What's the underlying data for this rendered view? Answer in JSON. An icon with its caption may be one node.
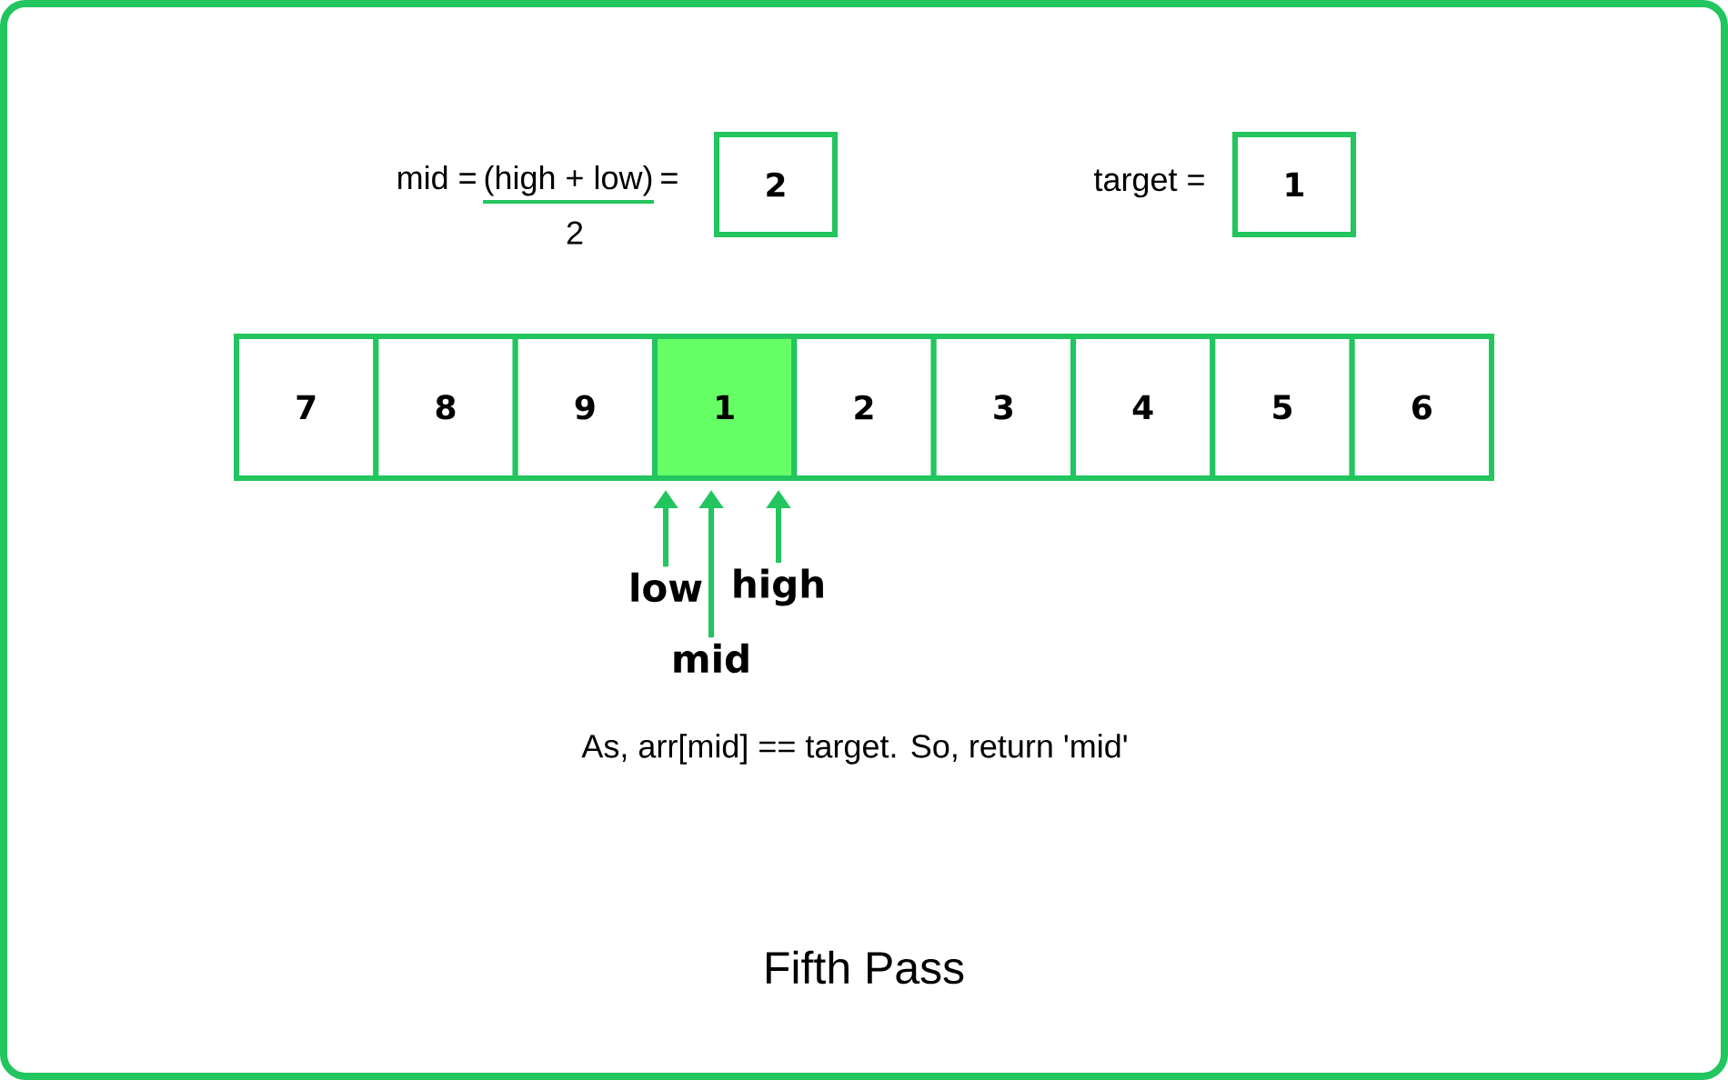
{
  "diagram": {
    "caption": "Fifth Pass",
    "nodes": [
      {
        "text": [
          "2"
        ]
      },
      {
        "text": [
          "1"
        ]
      },
      {
        "text": [
          "7"
        ]
      },
      {
        "text": [
          "8"
        ]
      },
      {
        "text": [
          "9"
        ]
      },
      {
        "text": [
          "1"
        ]
      },
      {
        "text": [
          "2"
        ]
      },
      {
        "text": [
          "3"
        ]
      },
      {
        "text": [
          "4"
        ]
      },
      {
        "text": [
          "5"
        ]
      },
      {
        "text": [
          "6"
        ]
      },
      {
        "text": [
          "low"
        ]
      },
      {
        "text": [
          "high"
        ]
      },
      {
        "text": [
          "mid"
        ]
      }
    ],
    "edges": [
      {
        "from": 11,
        "to": 5,
        "arrow": "to"
      },
      {
        "from": 13,
        "to": 5,
        "arrow": "to"
      },
      {
        "from": 12,
        "to": 5,
        "arrow": "to"
      }
    ],
    "labels": [
      "mid =",
      "(high + low)",
      "=",
      "target =",
      "2",
      "As, arr[mid] == target. So, return 'mid'"
    ]
  }
}
